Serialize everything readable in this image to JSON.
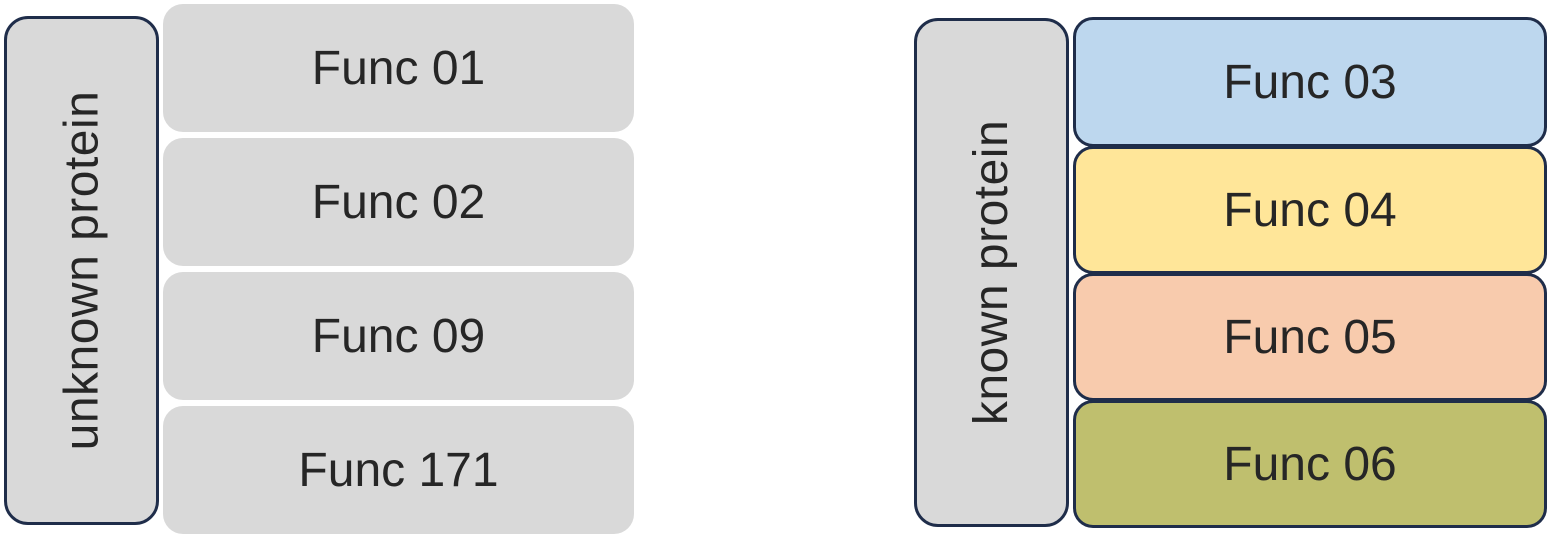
{
  "groups": [
    {
      "label": "unknown protein",
      "functions": [
        {
          "name": "Func 01",
          "color": "#d9d9d9"
        },
        {
          "name": "Func 02",
          "color": "#d9d9d9"
        },
        {
          "name": "Func 09",
          "color": "#d9d9d9"
        },
        {
          "name": "Func 171",
          "color": "#d9d9d9"
        }
      ]
    },
    {
      "label": "known protein",
      "functions": [
        {
          "name": "Func 03",
          "color": "#bdd7ee"
        },
        {
          "name": "Func 04",
          "color": "#ffe699"
        },
        {
          "name": "Func 05",
          "color": "#f8cbad"
        },
        {
          "name": "Func 06",
          "color": "#bfbf6e"
        }
      ]
    }
  ]
}
